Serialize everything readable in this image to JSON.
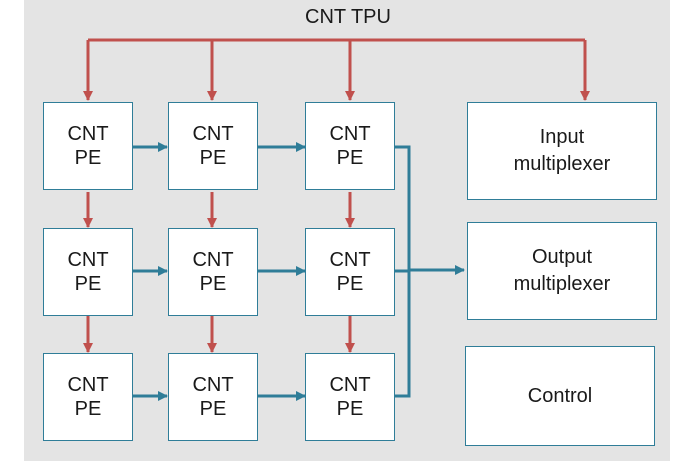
{
  "title": "CNT TPU",
  "pe": {
    "line1": "CNT",
    "line2": "PE"
  },
  "modules": [
    {
      "id": "input",
      "lines": [
        "Input",
        "multiplexer"
      ]
    },
    {
      "id": "output",
      "lines": [
        "Output",
        "multiplexer"
      ]
    },
    {
      "id": "control",
      "lines": [
        "Control"
      ]
    }
  ],
  "colors": {
    "background": "#e4e4e4",
    "box_border": "#2f7d98",
    "data_arrow": "#2f7d98",
    "weight_arrow": "#c0504d"
  }
}
